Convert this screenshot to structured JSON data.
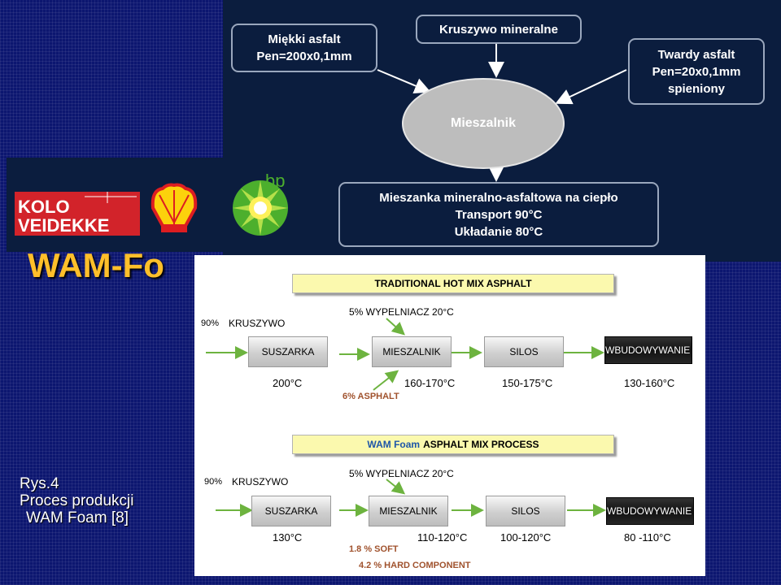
{
  "flow": {
    "soft_asphalt": [
      "Miękki asfalt",
      "Pen=200x0,1mm"
    ],
    "aggregate": "Kruszywo mineralne",
    "hard_asphalt": [
      "Twardy asfalt",
      "Pen=20x0,1mm",
      "spieniony"
    ],
    "mixer": "Mieszalnik",
    "result": [
      "Mieszanka mineralno-asfaltowa na ciepło",
      "Transport 90°C",
      "Układanie 80°C"
    ]
  },
  "logos": {
    "kolo_line1": "KOLO",
    "kolo_line2": "VEIDEKKE",
    "bp": "bp"
  },
  "title": "WAM-Fo",
  "caption": [
    "Rys.4",
    "Proces produkcji",
    "WAM Foam [8]"
  ],
  "process_top": {
    "header": "TRADITIONAL HOT MIX ASPHALT",
    "aggregate_pct": "90%",
    "aggregate": "KRUSZYWO",
    "filler": "5%  WYPELNIACZ  20°C",
    "boxes": [
      "SUSZARKA",
      "MIESZALNIK",
      "SILOS",
      "WBUDOWYWANIE"
    ],
    "temps": [
      "200°C",
      "160-170°C",
      "150-175°C",
      "130-160°C"
    ],
    "asphalt": "6% ASPHALT"
  },
  "process_bottom": {
    "header_blue": "WAM Foam",
    "header_rest": "ASPHALT  MIX PROCESS",
    "aggregate_pct": "90%",
    "aggregate": "KRUSZYWO",
    "filler": "5%  WYPELNIACZ  20°C",
    "boxes": [
      "SUSZARKA",
      "MIESZALNIK",
      "SILOS",
      "WBUDOWYWANIE"
    ],
    "temps": [
      "130°C",
      "110-120°C",
      "100-120°C",
      "80 -110°C"
    ],
    "soft": "1.8 % SOFT",
    "hard": "4.2 % HARD COMPONENT"
  },
  "colors": {
    "background": "#0c1670",
    "panel_dark": "#0b1d3e",
    "title": "#ffbf2a",
    "header_yellow": "#fbf9ae",
    "arrow_green": "#6db33f",
    "kolo_red": "#d2232a",
    "shell_yellow": "#fcd20c",
    "shell_red": "#dd1d21",
    "bp_green": "#4caf2d"
  }
}
